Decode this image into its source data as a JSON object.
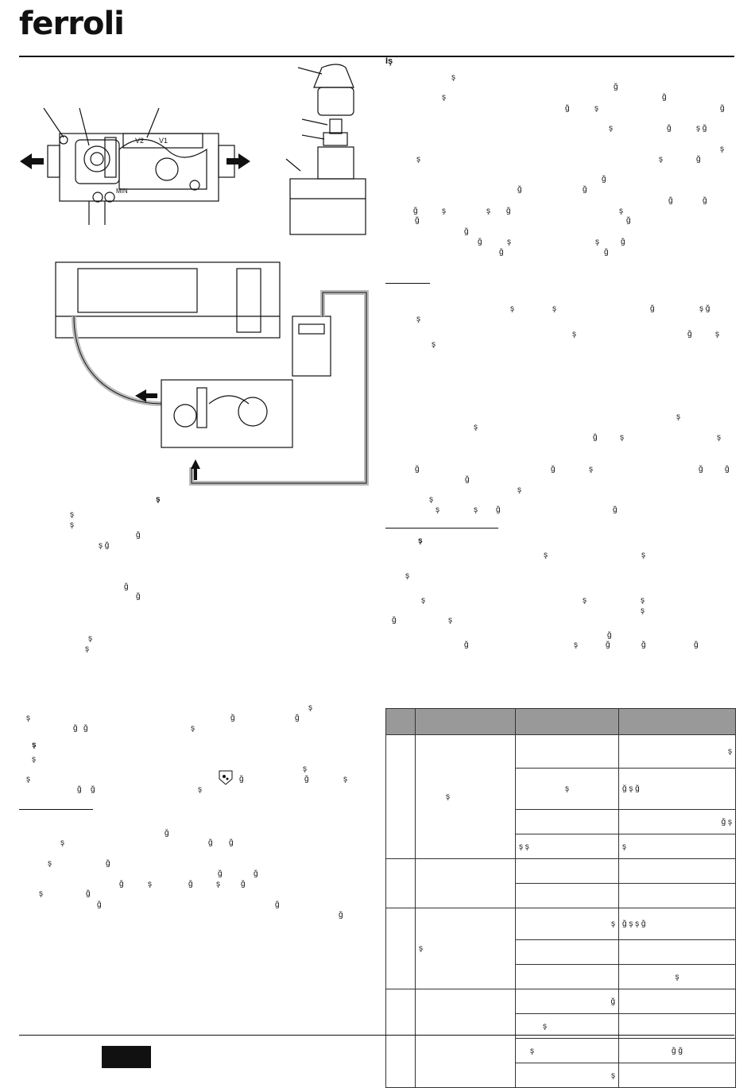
{
  "brand": {
    "logo_text": "ferroli"
  },
  "heading": {
    "main": "İş"
  },
  "valve_labels": {
    "min": "MIN",
    "v1": "V1",
    "v2": "V2"
  },
  "glyph_s": "ş",
  "glyph_g": "ğ",
  "glyph_gs": "ğ ş",
  "glyph_sg": "ş ğ",
  "glyph_bold_s": "ş",
  "table": {
    "rows": [
      {
        "c3": "",
        "c4": "ş"
      },
      {
        "c3": "ş",
        "c4": "ğ ş ğ"
      },
      {
        "c3": "",
        "c4": "ğ ş"
      },
      {
        "c3": "ş ş",
        "c4": "ş"
      },
      {
        "c3": "",
        "c4": ""
      },
      {
        "c3": "",
        "c4": ""
      },
      {
        "c3": "ş",
        "c4": "ğ ş ş ğ"
      },
      {
        "c3": "",
        "c4": ""
      },
      {
        "c3": "",
        "c4": "ş"
      },
      {
        "c3": "ğ",
        "c4": ""
      },
      {
        "c3": "ş",
        "c4": ""
      },
      {
        "c3": "ş",
        "c4": "ğ ğ"
      },
      {
        "c3": "ş",
        "c4": ""
      }
    ],
    "groups": [
      {
        "c2": "ş"
      },
      {
        "c2": ""
      },
      {
        "c2": "ş"
      },
      {
        "c2": ""
      }
    ]
  }
}
